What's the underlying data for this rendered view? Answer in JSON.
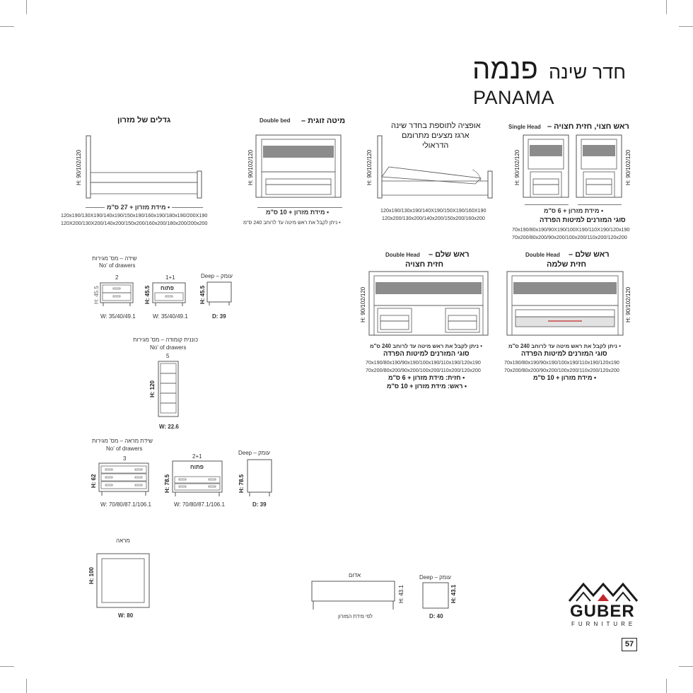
{
  "title": {
    "hebrew_main": "פנמה",
    "hebrew_prefix": "חדר שינה",
    "latin": "PANAMA"
  },
  "sections": {
    "mattress_sizes": {
      "heading": "גדלים של מזרון",
      "height_label": "H: 90/102/120",
      "note": "• מידת מזרון + 27 ס\"מ",
      "sizes_row1": "120x190/130X190/140x190/150x190/160x190/180x190/200X190",
      "sizes_row2": "120X200/130X200/140x200/150x200/160x200/180x200/200x200"
    },
    "double_bed": {
      "heading_he": "מיטה זוגית –",
      "heading_en": "Double bed",
      "height_label": "H: 90/102/120",
      "note1": "• מידת מזרון + 10 ס\"מ",
      "note2": "• ניתן לקבל את ראש מיטה עד לרוחב 240 ס\"מ"
    },
    "hydraulic": {
      "heading_line1": "אופציה לתוספת בחדר שינה",
      "heading_line2": "ארגז מצעים מתרומם",
      "heading_line3": "הדראולי",
      "height_label": "H: 90/102/120",
      "sizes_row1": "120x190/130x190/140X190/150X190/160X190",
      "sizes_row2": "120x200/130x200/140x200/150x200/160x200"
    },
    "single_head": {
      "heading_he": "ראש חצוי, חזית חצויה –",
      "heading_en": "Single Head",
      "height_label_left": "H: 90/102/120",
      "height_label_right": "H: 90/102/120",
      "note1": "• מידת מזרון + 6 ס\"מ",
      "note2": "סוגי המזרנים למיטות הפרדה",
      "sizes_row1": "70x190/80x190/90X190/100X190/110X190/120x190",
      "sizes_row2": "70x200/80x200/90x200/100x200/110x200/120x200"
    },
    "double_head_half": {
      "heading_he": "ראש שלם –",
      "heading_en": "Double Head",
      "subheading": "חזית חצויה",
      "height_label": "H: 90/102/120",
      "note1": "• ניתן לקבל את ראש מיטה עד לרוחב 240 ס\"מ",
      "note2": "סוגי המזרנים למיטות הפרדה",
      "sizes_row1": "70x190/80x190/90x190/100x190/110x190/120x190",
      "sizes_row2": "70x200/80x200/90x200/100x200/110x200/120x200",
      "note3": "• חזית: מידת מזרון + 6 ס\"מ",
      "note4": "• ראש: מידת מזרון + 10 ס\"מ"
    },
    "double_head_full": {
      "heading_he": "ראש שלם –",
      "heading_en": "Double Head",
      "subheading": "חזית שלמה",
      "height_label": "H: 90/102/120",
      "note1": "• ניתן לקבל את ראש מיטה עד לרוחב 240 ס\"מ",
      "note2": "סוגי המזרנים למיטות הפרדה",
      "sizes_row1": "70x190/80x190/90x190/100x190/110x190/120x190",
      "sizes_row2": "70x200/80x200/90x200/100x200/110x200/120x200",
      "note3": "• מידת מזרון + 10 ס\"מ"
    },
    "nightstand": {
      "heading_he": "שידה – מס' מגירות",
      "heading_en": "No' of drawers",
      "deep_label": "Deep – עומק",
      "item1_count": "2",
      "item2_count": "1+1",
      "item2_open": "פתוח",
      "height1": "H: 45.5",
      "height2": "H: 45.5",
      "height3": "H: 45.5",
      "width1": "W: 35/40/49.1",
      "width2": "W: 35/40/49.1",
      "depth": "D: 39"
    },
    "tallboy": {
      "heading_he": "כוננית קומודה – מס' מגירות",
      "heading_en": "No' of drawers",
      "count": "5",
      "height": "H: 120",
      "width": "W: 22.6"
    },
    "dresser": {
      "heading_he": "שידת מראה – מס' מגירות",
      "heading_en": "No' of drawers",
      "deep_label": "Deep – עומק",
      "item1_count": "3",
      "item2_count": "2+1",
      "item2_open": "פתוח",
      "height1": "H: 62",
      "height2": "H: 78.5",
      "height3": "H: 78.5",
      "width1": "W: 70/80/87.1/106.1",
      "width2": "W: 70/80/87.1/106.1",
      "depth": "D: 39"
    },
    "mirror": {
      "heading": "מראה",
      "height": "H: 100",
      "width": "W: 80"
    },
    "bench": {
      "heading": "אדום",
      "deep_label": "Deep – עומק",
      "height1": "H: 43.1",
      "height2": "H: 43.1",
      "under_note": "לפי מידת המזרון",
      "depth": "D: 40"
    }
  },
  "brand": {
    "name": "GUBER",
    "sub": "FURNITURE",
    "accent": "#c0282d"
  },
  "page_number": "57",
  "colors": {
    "line": "#666666",
    "panel": "#8c8c8c"
  }
}
